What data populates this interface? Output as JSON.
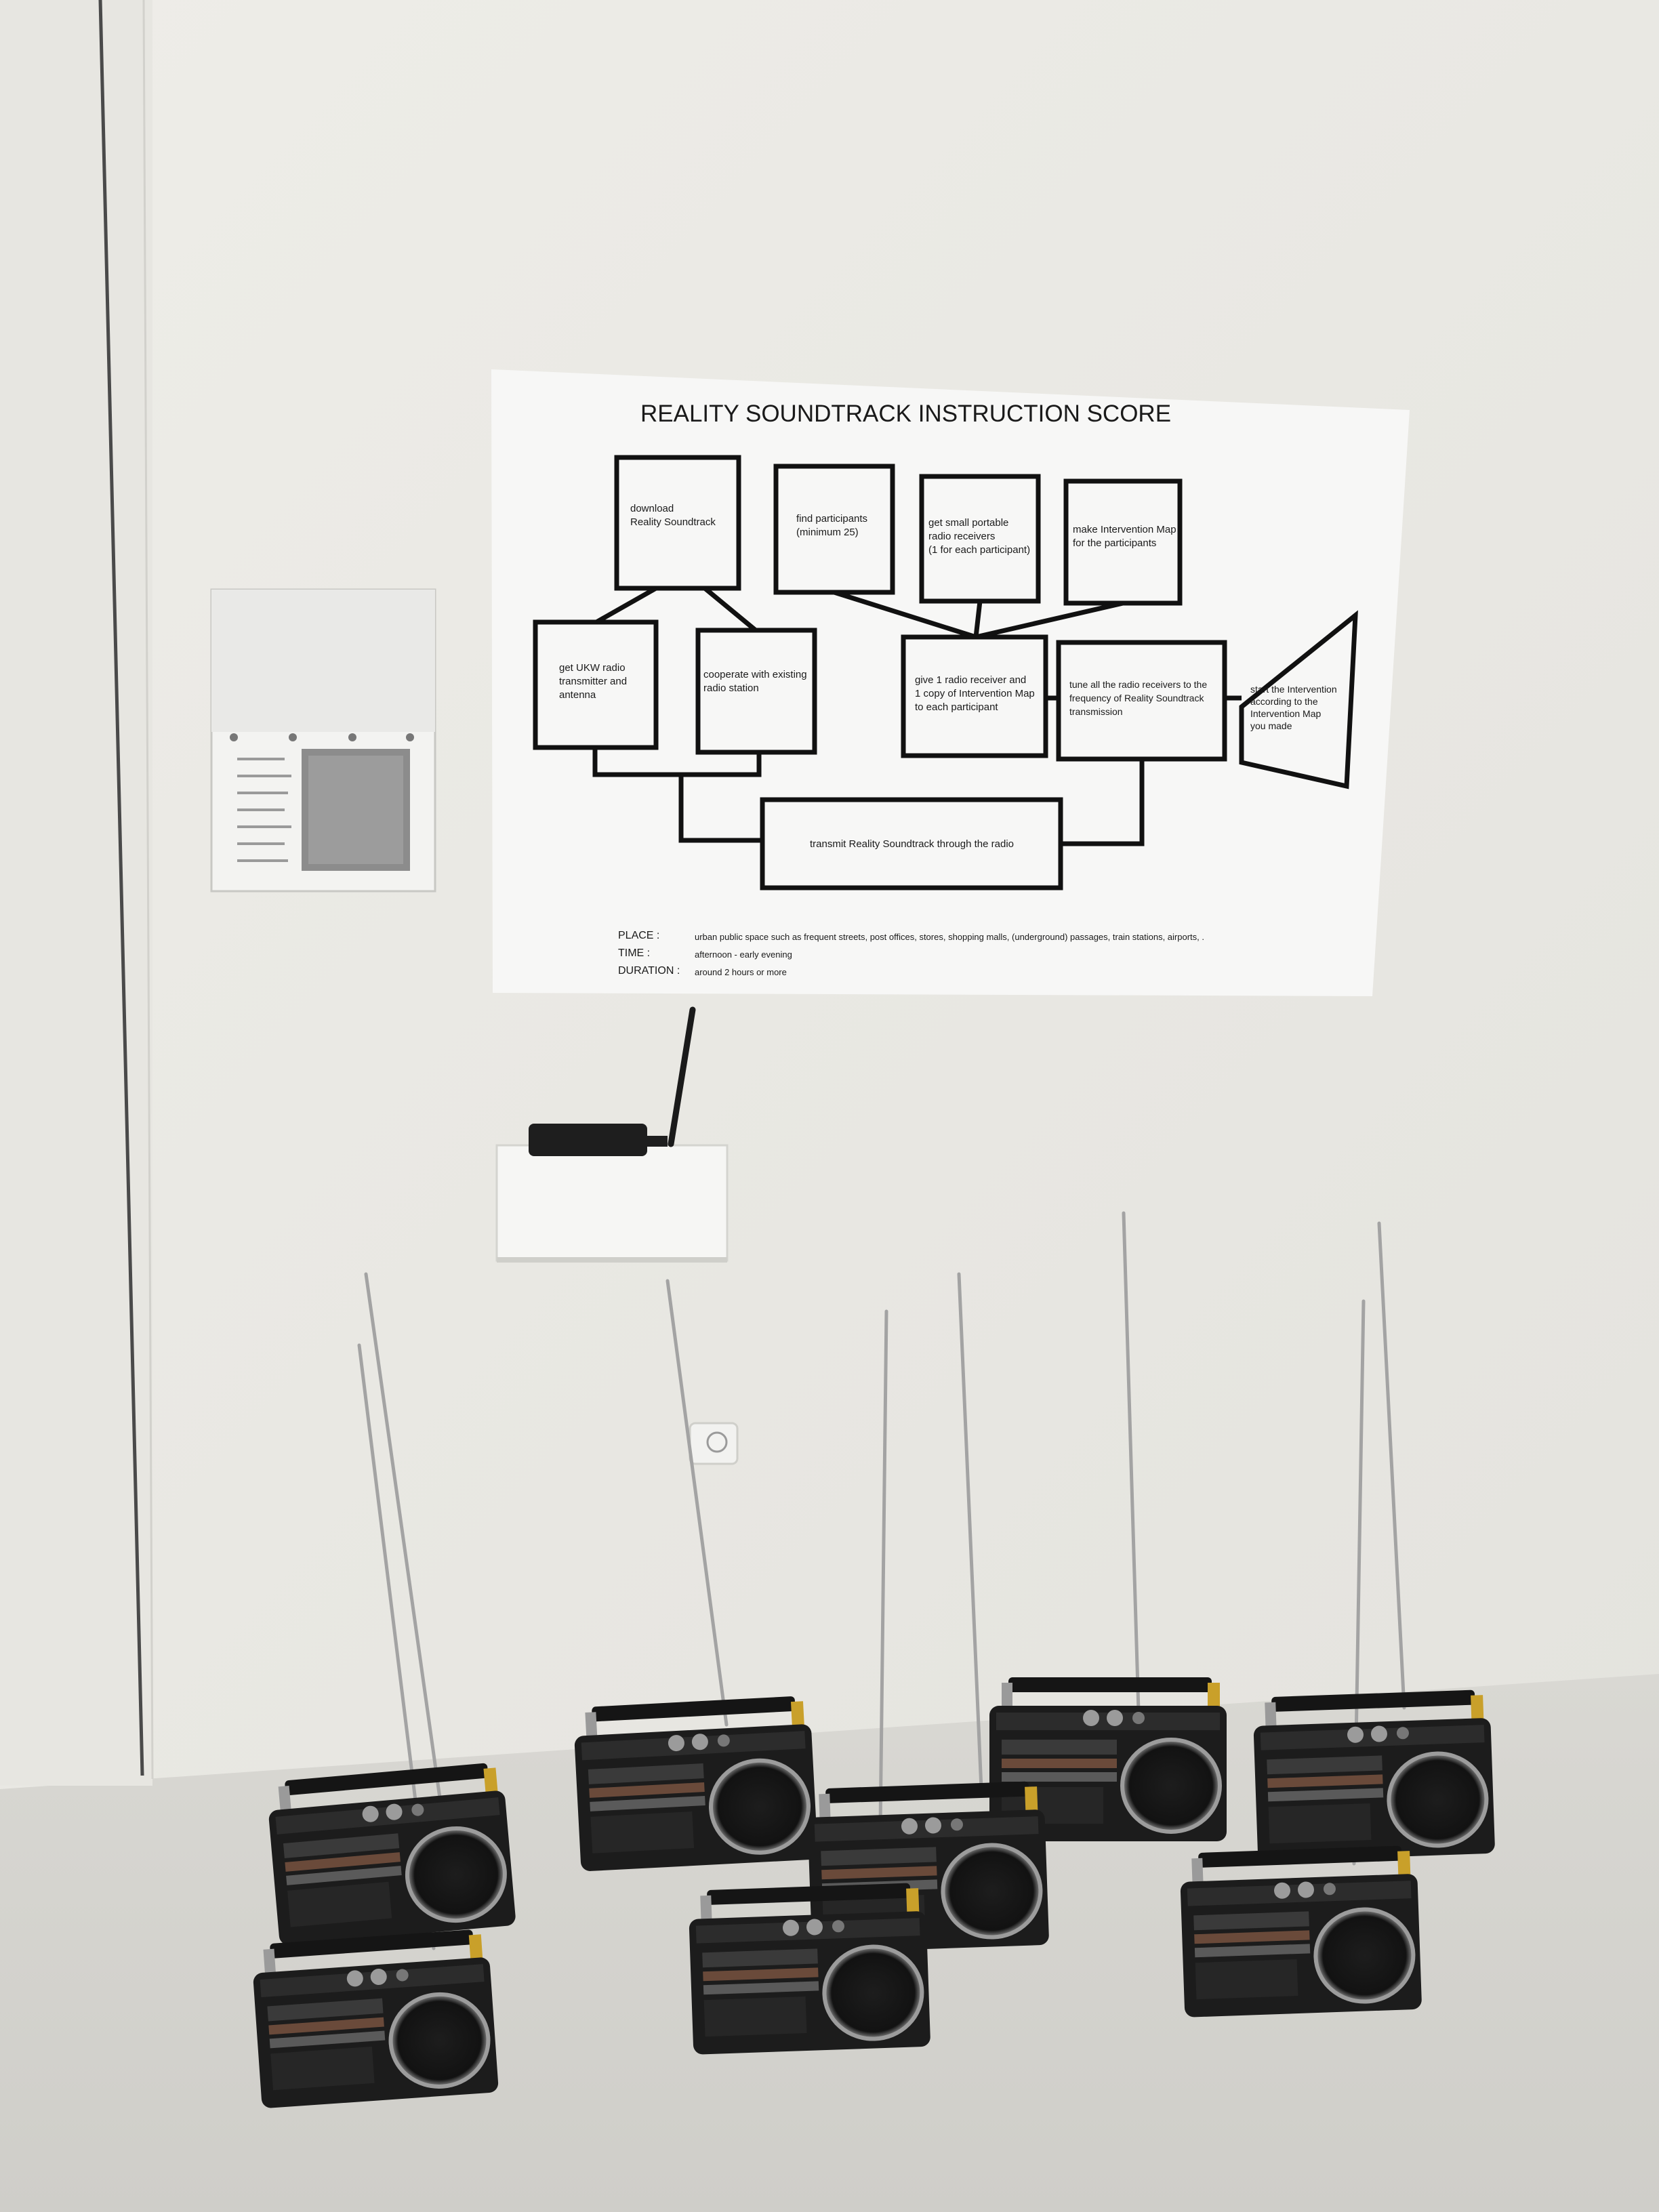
{
  "poster": {
    "title": "REALITY  SOUNDTRACK  INSTRUCTION SCORE",
    "boxes": {
      "download": [
        "download",
        "Reality Soundtrack"
      ],
      "find": [
        "find participants",
        "(minimum 25)"
      ],
      "get_receivers": [
        "get small portable",
        "radio receivers",
        "(1 for each participant)"
      ],
      "make_map": [
        "make Intervention Map",
        "for the participants"
      ],
      "get_transmitter": [
        "get UKW radio",
        "transmitter and",
        "antenna"
      ],
      "cooperate": [
        "cooperate with existing",
        "radio station"
      ],
      "give": [
        "give 1 radio receiver and",
        "1 copy of Intervention Map",
        "to each participant"
      ],
      "tune": [
        "tune all the radio receivers to the",
        "frequency of Reality Soundtrack",
        "transmission"
      ],
      "start": [
        "start the Intervention",
        "according to the",
        "Intervention Map",
        "you made"
      ],
      "transmit": [
        "transmit Reality Soundtrack through the radio"
      ]
    },
    "info": [
      {
        "label": "PLACE  :",
        "value": "urban public space such as frequent streets, post offices, stores, shopping malls, (underground) passages, train stations,  airports, ."
      },
      {
        "label": "TIME    :",
        "value": "afternoon - early evening"
      },
      {
        "label": "DURATION :",
        "value": "around 2 hours or more"
      }
    ]
  }
}
